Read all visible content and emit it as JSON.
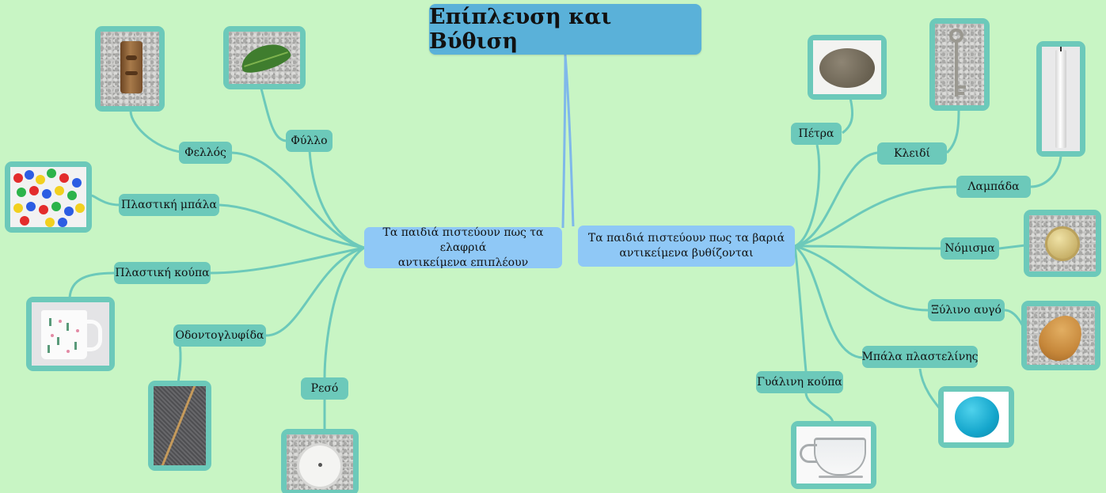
{
  "title": "Επίπλευση και Βύθιση",
  "branches": {
    "float": {
      "line1": "Τα παιδιά πιστεύουν πως τα ελαφριά",
      "line2": "αντικείμενα επιπλέουν"
    },
    "sink": {
      "line1": "Τα παιδιά πιστεύουν πως τα βαριά",
      "line2": "αντικείμενα βυθίζονται"
    }
  },
  "float_items": [
    {
      "label": "Φελλός",
      "icon": "cork-image"
    },
    {
      "label": "Φύλλο",
      "icon": "leaf-image"
    },
    {
      "label": "Πλαστική μπάλα",
      "icon": "plastic-balls-image"
    },
    {
      "label": "Πλαστική κούπα",
      "icon": "plastic-mug-image"
    },
    {
      "label": "Οδοντογλυφίδα",
      "icon": "toothpick-image"
    },
    {
      "label": "Ρεσό",
      "icon": "tealight-image"
    }
  ],
  "sink_items": [
    {
      "label": "Πέτρα",
      "icon": "stone-image"
    },
    {
      "label": "Κλειδί",
      "icon": "key-image"
    },
    {
      "label": "Λαμπάδα",
      "icon": "candle-image"
    },
    {
      "label": "Νόμισμα",
      "icon": "coin-image"
    },
    {
      "label": "Ξύλινο αυγό",
      "icon": "wooden-egg-image"
    },
    {
      "label": "Μπάλα πλαστελίνης",
      "icon": "plasticine-ball-image"
    },
    {
      "label": "Γυάλινη κούπα",
      "icon": "glass-cup-image"
    }
  ],
  "colors": {
    "background": "#c8f5c4",
    "title": "#5ab1d9",
    "branch": "#8fc8f6",
    "leaf": "#6cc9ba",
    "link_main": "#7fb8ea",
    "link_leaf": "#6cc9ba"
  }
}
